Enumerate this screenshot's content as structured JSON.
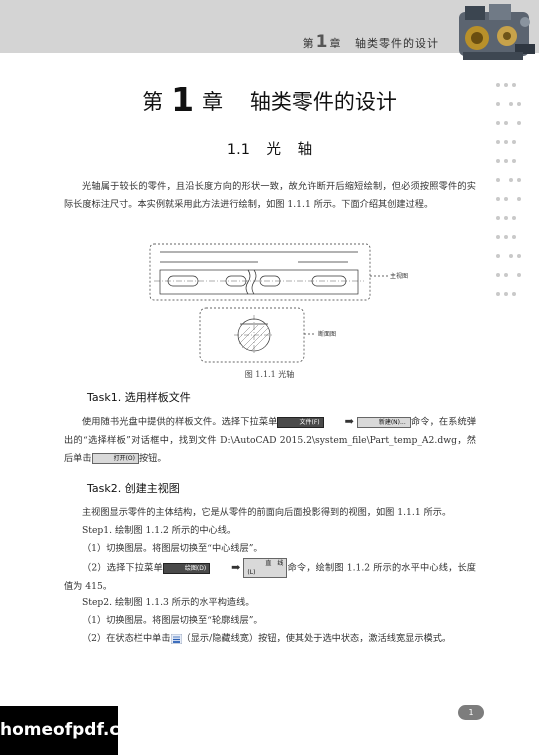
{
  "header": {
    "prefix": "第",
    "num": "1",
    "suffix": "章",
    "title": "轴类零件的设计"
  },
  "chapter": {
    "prefix": "第",
    "num": "1",
    "suffix": "章",
    "title": "轴类零件的设计"
  },
  "section": {
    "title": "1.1 光 轴"
  },
  "intro": "光轴属于较长的零件，且沿长度方向的形状一致，故允许断开后缩短绘制，但必须按照零件的实际长度标注尺寸。本实例就采用此方法进行绘制，如图 1.1.1 所示。下面介绍其创建过程。",
  "figure": {
    "label_main": "主视图",
    "label_section": "断面图",
    "caption": "图 1.1.1 光轴"
  },
  "task1": {
    "title": "Task1. 选用样板文件",
    "p1a": "使用随书光盘中提供的样板文件。选择下拉菜单",
    "btn_file": "文件(F)",
    "btn_new": "新建(N)...",
    "p1b": "命令，在系统弹出的“选择样板”对话框中，找到文件 D:\\AutoCAD 2015.2\\system_file\\Part_temp_A2.dwg，然后单击",
    "btn_open": "打开(O)",
    "p1c": "按钮。"
  },
  "task2": {
    "title": "Task2. 创建主视图",
    "p1": "主视图显示零件的主体结构，它是从零件的前面向后面投影得到的视图，如图 1.1.1 所示。",
    "step1": "Step1. 绘制图 1.1.2 所示的中心线。",
    "s1_1": "（1）切换图层。将图层切换至“中心线层”。",
    "s1_2a": "（2）选择下拉菜单",
    "btn_draw": "绘图(D)",
    "btn_line": "直线(L)",
    "s1_2b": "命令，绘制图 1.1.2 所示的水平中心线，长度值为 415。",
    "step2": "Step2. 绘制图 1.1.3 所示的水平构造线。",
    "s2_1": "（1）切换图层。将图层切换至“轮廓线层”。",
    "s2_2a": "（2）在状态栏中单击",
    "s2_2b": "（显示/隐藏线宽）按钮，使其处于选中状态，激活线宽显示模式。"
  },
  "page_number": "1",
  "watermark": "homeofpdf.com"
}
